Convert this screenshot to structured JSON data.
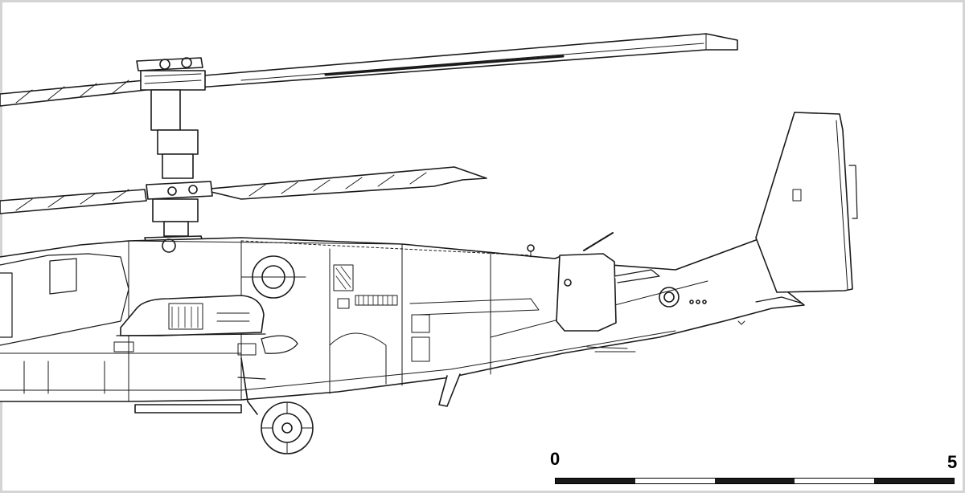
{
  "scale": {
    "start_label": "0",
    "end_label": "5",
    "segments": [
      1,
      0,
      1,
      0,
      1
    ]
  },
  "colors": {
    "line": "#1a1a1a",
    "background": "#ffffff",
    "frame": "#d4d4d4"
  }
}
